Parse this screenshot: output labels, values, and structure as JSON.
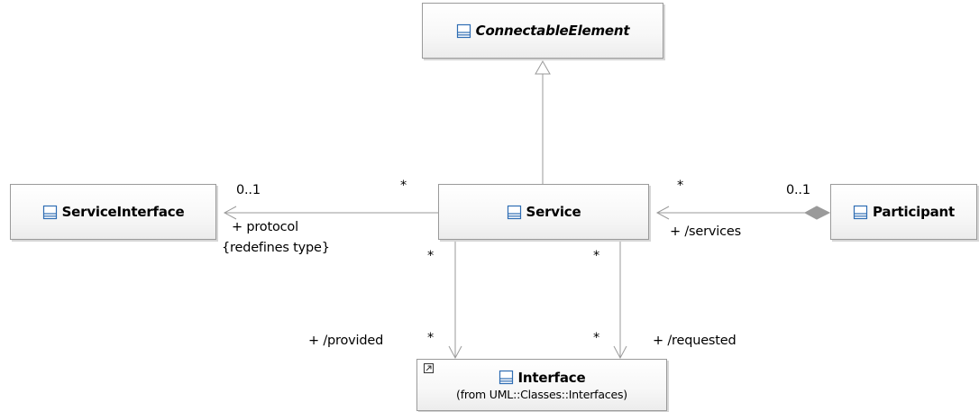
{
  "colors": {
    "box_border": "#9a9a9a",
    "box_fill_top": "#ffffff",
    "box_fill_bottom": "#ececec",
    "edge_stroke": "#9a9a9a",
    "class_icon": "#2f6db3"
  },
  "classes": {
    "connectable_element": {
      "name": "ConnectableElement",
      "abstract": true,
      "icon": "class-icon"
    },
    "service_interface": {
      "name": "ServiceInterface",
      "icon": "class-icon"
    },
    "service": {
      "name": "Service",
      "icon": "class-icon"
    },
    "participant": {
      "name": "Participant",
      "icon": "class-icon"
    },
    "interface": {
      "name": "Interface",
      "subtitle": "(from UML::Classes::Interfaces)",
      "icon": "class-icon",
      "shortcut_icon": "shortcut-arrow-icon"
    }
  },
  "relations": {
    "generalization": {
      "from": "Service",
      "to": "ConnectableElement",
      "kind": "generalization"
    },
    "protocol": {
      "from": "Service",
      "to": "ServiceInterface",
      "kind": "directed-association",
      "source_multiplicity": "*",
      "target_multiplicity": "0..1",
      "role": "+ protocol",
      "constraint": "{redefines type}"
    },
    "services": {
      "from": "Participant",
      "to": "Service",
      "kind": "composition",
      "source_multiplicity": "0..1",
      "target_multiplicity": "*",
      "role": "+ /services"
    },
    "provided": {
      "from": "Service",
      "to": "Interface",
      "kind": "directed-association",
      "source_multiplicity": "*",
      "target_multiplicity": "*",
      "role": "+ /provided"
    },
    "requested": {
      "from": "Service",
      "to": "Interface",
      "kind": "directed-association",
      "source_multiplicity": "*",
      "target_multiplicity": "*",
      "role": "+ /requested"
    }
  }
}
